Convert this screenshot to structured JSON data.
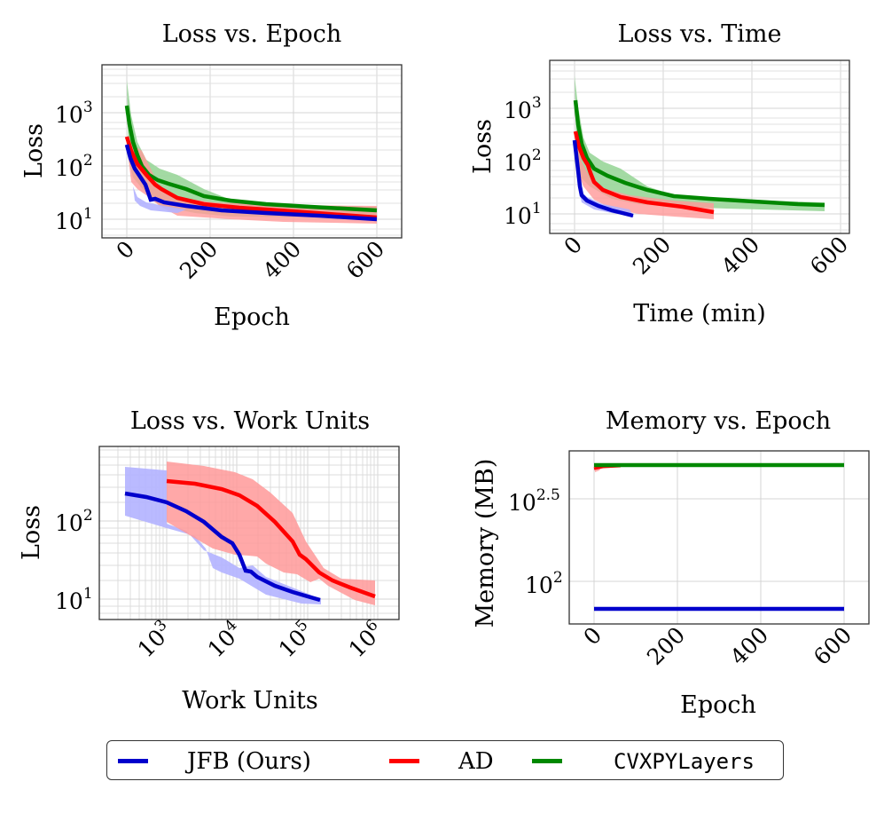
{
  "colors": {
    "jfb": "#0000cc",
    "jfb_band": "#b3b3ff",
    "ad": "#ff0000",
    "ad_band": "#ff9999",
    "cvxpy": "#008800",
    "cvxpy_band": "#99d699",
    "grid": "#d4d4d4",
    "axis": "#333333"
  },
  "legend": {
    "items": [
      {
        "label": "JFB (Ours)",
        "color": "#0000cc"
      },
      {
        "label": "AD",
        "color": "#ff0000"
      },
      {
        "label": "CVXPYLayers",
        "color": "#008800"
      }
    ]
  },
  "plots": {
    "p1": {
      "title": "Loss vs. Epoch",
      "xlabel": "Epoch",
      "ylabel": "Loss",
      "xticks": [
        "0",
        "200",
        "400",
        "600"
      ],
      "yticks": [
        "10",
        "10",
        "10"
      ],
      "ysup": [
        "3",
        "2",
        "1"
      ]
    },
    "p2": {
      "title": "Loss vs. Time",
      "xlabel": "Time (min)",
      "ylabel": "Loss",
      "xticks": [
        "0",
        "200",
        "400",
        "600"
      ],
      "yticks": [
        "10",
        "10",
        "10"
      ],
      "ysup": [
        "3",
        "2",
        "1"
      ]
    },
    "p3": {
      "title": "Loss vs. Work Units",
      "xlabel": "Work Units",
      "ylabel": "Loss",
      "xticks": [
        "10",
        "10",
        "10",
        "10"
      ],
      "xsup": [
        "3",
        "4",
        "5",
        "6"
      ],
      "yticks": [
        "10",
        "10"
      ],
      "ysup": [
        "2",
        "1"
      ]
    },
    "p4": {
      "title": "Memory vs. Epoch",
      "xlabel": "Epoch",
      "ylabel": "Memory (MB)",
      "xticks": [
        "0",
        "200",
        "400",
        "600"
      ],
      "yticks": [
        "10",
        "10"
      ],
      "ysup": [
        "2.5",
        "2"
      ]
    }
  },
  "chart_data": [
    {
      "type": "line",
      "title": "Loss vs. Epoch",
      "xlabel": "Epoch",
      "ylabel": "Loss",
      "yscale": "log",
      "xlim": [
        -30,
        650
      ],
      "ylim": [
        5,
        7000
      ],
      "grid": true,
      "x": [
        0,
        10,
        25,
        40,
        60,
        75,
        100,
        150,
        200,
        300,
        400,
        500,
        600
      ],
      "series": [
        {
          "name": "JFB (Ours)",
          "values": [
            240,
            130,
            80,
            55,
            24,
            23,
            20,
            16,
            14.5,
            12.5,
            11.5,
            10.5,
            9.8
          ]
        },
        {
          "name": "AD",
          "values": [
            350,
            200,
            120,
            80,
            50,
            35,
            27,
            19,
            16,
            14,
            12.5,
            11.5,
            11
          ]
        },
        {
          "name": "CVXPYLayers",
          "values": [
            1300,
            350,
            120,
            70,
            55,
            50,
            40,
            28,
            22,
            18,
            16.5,
            15.5,
            15
          ]
        }
      ],
      "legend_position": "below"
    },
    {
      "type": "line",
      "title": "Loss vs. Time",
      "xlabel": "Time (min)",
      "ylabel": "Loss",
      "yscale": "log",
      "xlim": [
        -30,
        650
      ],
      "ylim": [
        5,
        7000
      ],
      "grid": true,
      "series": [
        {
          "name": "JFB (Ours)",
          "x": [
            0,
            5,
            12,
            30,
            60,
            100,
            130
          ],
          "values": [
            240,
            80,
            24,
            18,
            14,
            11.5,
            10
          ]
        },
        {
          "name": "AD",
          "x": [
            0,
            10,
            25,
            40,
            60,
            100,
            200,
            310
          ],
          "values": [
            350,
            140,
            75,
            32,
            22,
            16,
            13,
            11
          ]
        },
        {
          "name": "CVXPYLayers",
          "x": [
            0,
            10,
            25,
            50,
            100,
            180,
            300,
            400,
            560
          ],
          "values": [
            1300,
            400,
            120,
            60,
            40,
            22,
            18,
            16.5,
            15
          ]
        }
      ]
    },
    {
      "type": "line",
      "title": "Loss vs. Work Units",
      "xlabel": "Work Units",
      "ylabel": "Loss",
      "xscale": "log",
      "yscale": "log",
      "xlim": [
        150,
        2000000
      ],
      "ylim": [
        6,
        900
      ],
      "grid": true,
      "series": [
        {
          "name": "JFB (Ours)",
          "x": [
            300,
            1000,
            3000,
            10000,
            15000,
            20000,
            50000,
            150000
          ],
          "values": [
            230,
            190,
            120,
            60,
            24,
            23,
            15,
            10
          ]
        },
        {
          "name": "AD",
          "x": [
            1000,
            5000,
            15000,
            40000,
            80000,
            110000,
            200000,
            500000,
            900000
          ],
          "values": [
            330,
            290,
            210,
            120,
            70,
            35,
            20,
            14,
            11
          ]
        }
      ]
    },
    {
      "type": "line",
      "title": "Memory vs. Epoch",
      "xlabel": "Epoch",
      "ylabel": "Memory (MB)",
      "yscale": "log",
      "xlim": [
        -30,
        650
      ],
      "ylim": [
        75,
        560
      ],
      "grid": true,
      "x": [
        0,
        200,
        400,
        600
      ],
      "series": [
        {
          "name": "JFB (Ours)",
          "values": [
            90,
            90,
            90,
            90
          ]
        },
        {
          "name": "AD",
          "values": [
            470,
            480,
            480,
            480
          ]
        },
        {
          "name": "CVXPYLayers",
          "values": [
            480,
            480,
            480,
            480
          ]
        }
      ]
    }
  ]
}
